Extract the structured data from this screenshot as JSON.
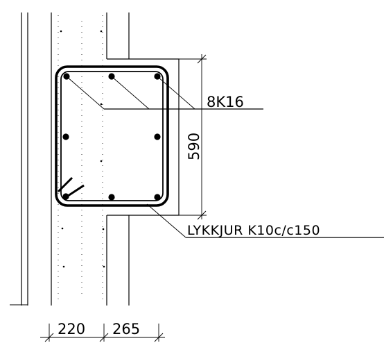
{
  "annotations": {
    "rebar_label": "8K16",
    "stirrup_label": "LYKKJUR K10c/c150",
    "height_dim": "590",
    "width_dim_1": "220",
    "width_dim_2": "265"
  }
}
